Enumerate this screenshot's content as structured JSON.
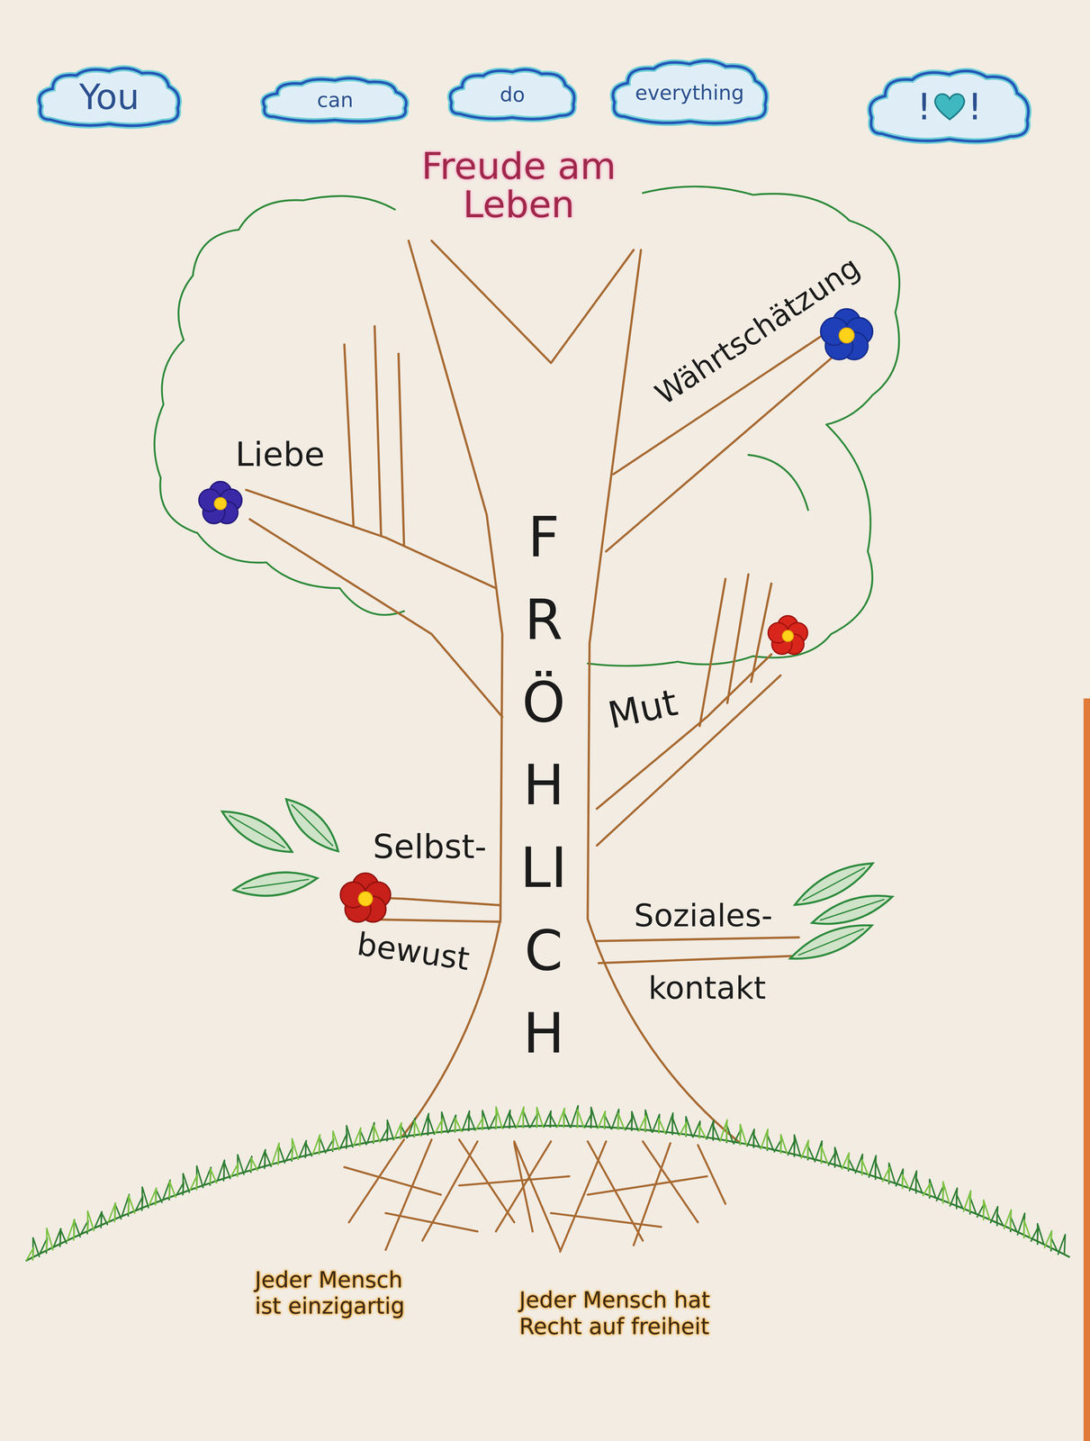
{
  "diagram": {
    "title": "Freude am Leben",
    "nodes": [
      {
        "text": [
          "You"
        ]
      },
      {
        "text": [
          "can"
        ]
      },
      {
        "text": [
          "do"
        ]
      },
      {
        "text": [
          "everything"
        ]
      },
      {
        "text": [
          "!",
          "!"
        ]
      }
    ],
    "labels": [
      "Währtschätzung",
      "Liebe",
      "FRÖHLICH",
      "Mut",
      "Selbst-",
      "Soziales-",
      "bewust",
      "kontakt",
      "Jeder Mensch ist einzigartig",
      "Jeder Mensch hat Recht auf freiheit"
    ]
  }
}
